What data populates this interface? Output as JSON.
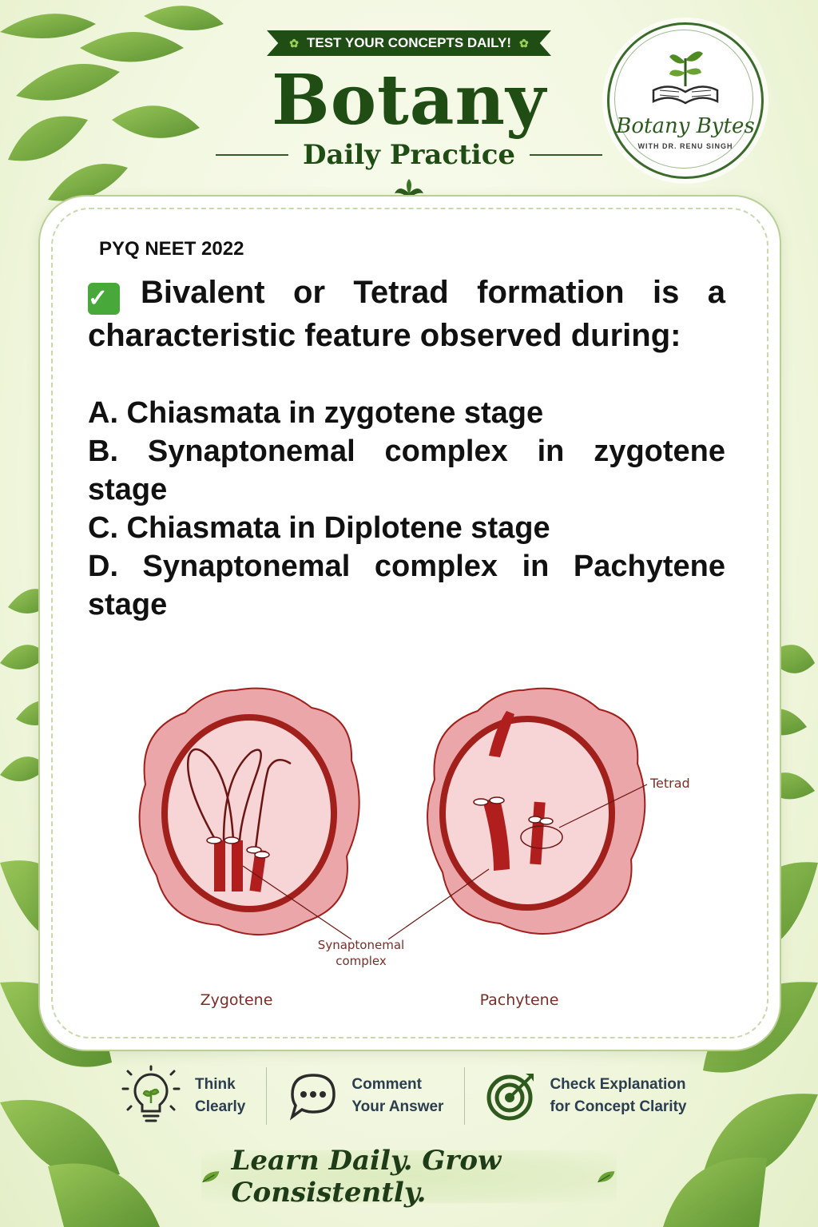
{
  "header": {
    "ribbon_text": "TEST YOUR CONCEPTS DAILY!",
    "title": "Botany",
    "subtitle": "Daily Practice"
  },
  "logo": {
    "name": "Botany Bytes",
    "byline": "WITH DR. RENU SINGH"
  },
  "question": {
    "tag": "PYQ NEET 2022",
    "check_icon": "✓",
    "text": "Bivalent or Tetrad formation is a characteristic feature observed during:",
    "options": [
      "A. Chiasmata in zygotene stage",
      "B. Synaptonemal complex in zygotene stage",
      "C. Chiasmata in Diplotene stage",
      "D. Synaptonemal complex in Pachytene stage"
    ]
  },
  "figure": {
    "left_label": "Zygotene",
    "right_label": "Pachytene",
    "center_label_1": "Synaptonemal",
    "center_label_2": "complex",
    "tetrad_label": "Tetrad",
    "cell_fill": "#eaa6a8",
    "nucleus_stroke": "#a1201c",
    "chromosome_color": "#b01e1e"
  },
  "tips": [
    {
      "icon": "lightbulb-icon",
      "line1": "Think",
      "line2": "Clearly"
    },
    {
      "icon": "chat-bubble-icon",
      "line1": "Comment",
      "line2": "Your Answer"
    },
    {
      "icon": "target-icon",
      "line1": "Check Explanation",
      "line2": "for Concept Clarity"
    }
  ],
  "footer": {
    "tagline": "Learn Daily. Grow Consistently."
  },
  "colors": {
    "brand_dark_green": "#1f4d14",
    "leaf_green": "#6a9e2f"
  }
}
